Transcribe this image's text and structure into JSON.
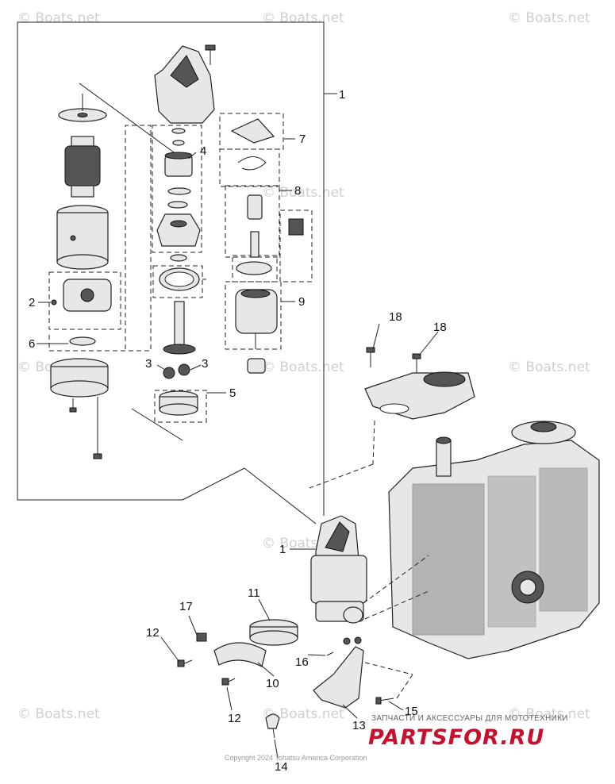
{
  "callouts": {
    "c1a": "1",
    "c1b": "1",
    "c2": "2",
    "c3a": "3",
    "c3b": "3",
    "c4": "4",
    "c5": "5",
    "c6": "6",
    "c7": "7",
    "c8": "8",
    "c9": "9",
    "c10": "10",
    "c11": "11",
    "c12a": "12",
    "c12b": "12",
    "c13": "13",
    "c14": "14",
    "c15": "15",
    "c16": "16",
    "c17": "17",
    "c18a": "18",
    "c18b": "18"
  },
  "watermarks": {
    "w1": "© Boats.net",
    "w2": "© Boats.net",
    "w3": "© Boats.net",
    "w4": "© Boats.net",
    "w5": "© Boats.net",
    "w6": "© Boats.net",
    "w7": "© Boats.net",
    "w8": "© Boats.net",
    "w9": "© Boats.net",
    "w10": "© Boats.net",
    "w11": "© Boats.net"
  },
  "copyright": "Copyright 2024 Tohatsu America Corporation",
  "banner": {
    "tagline": "ЗАПЧАСТИ И АКСЕССУАРЫ ДЛЯ МОТОТЕХНИКИ",
    "logo": "PARTSFOR.RU",
    "logo_color": "#c8102e"
  }
}
